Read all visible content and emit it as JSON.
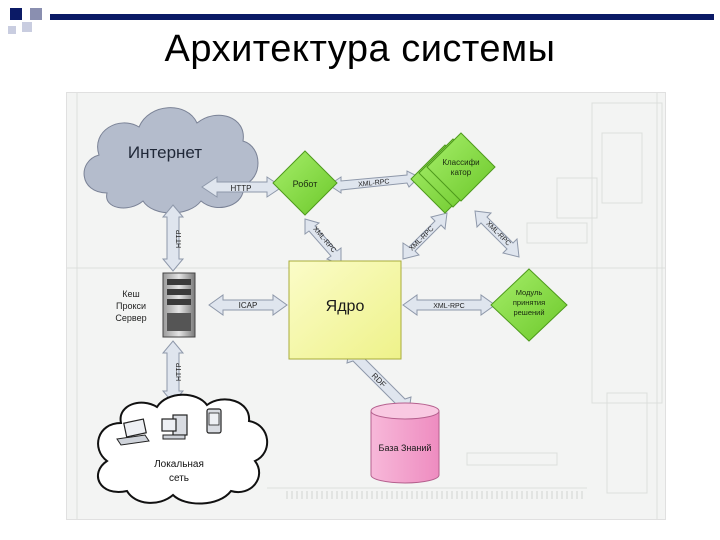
{
  "slide": {
    "title": "Архитектура системы",
    "bullet_colors": [
      "#0b1a66",
      "#8a8fb0",
      "#c9cde0"
    ]
  },
  "diagram": {
    "nodes": {
      "internet": "Интернет",
      "robot": "Робот",
      "classifier_line1": "Классифи",
      "classifier_line2": "катор",
      "cache_line1": "Кеш",
      "cache_line2": "Прокси",
      "cache_line3": "Сервер",
      "core": "Ядро",
      "decision_line1": "Модуль",
      "decision_line2": "принятия",
      "decision_line3": "решений",
      "knowledge_base": "База Знаний",
      "local_line1": "Локальная",
      "local_line2": "сеть"
    },
    "links": {
      "internet_robot": "HTTP",
      "robot_classifier": "XML-RPC",
      "internet_cache": "HTTP",
      "robot_core": "XML-RPC",
      "core_classifier": "XML-RPC",
      "classifier_decision": "XML-RPC",
      "cache_core": "ICAP",
      "decision_core": "XML-RPC",
      "cache_local": "HTTP",
      "kb_core": "RDF"
    },
    "colors": {
      "green_node": "#86e040",
      "core_fill": "#f7f9a8",
      "kb_fill": "#f4a0cc",
      "arrow_fill": "#dfe5ee",
      "cloud_fill": "#b4bccc"
    }
  }
}
